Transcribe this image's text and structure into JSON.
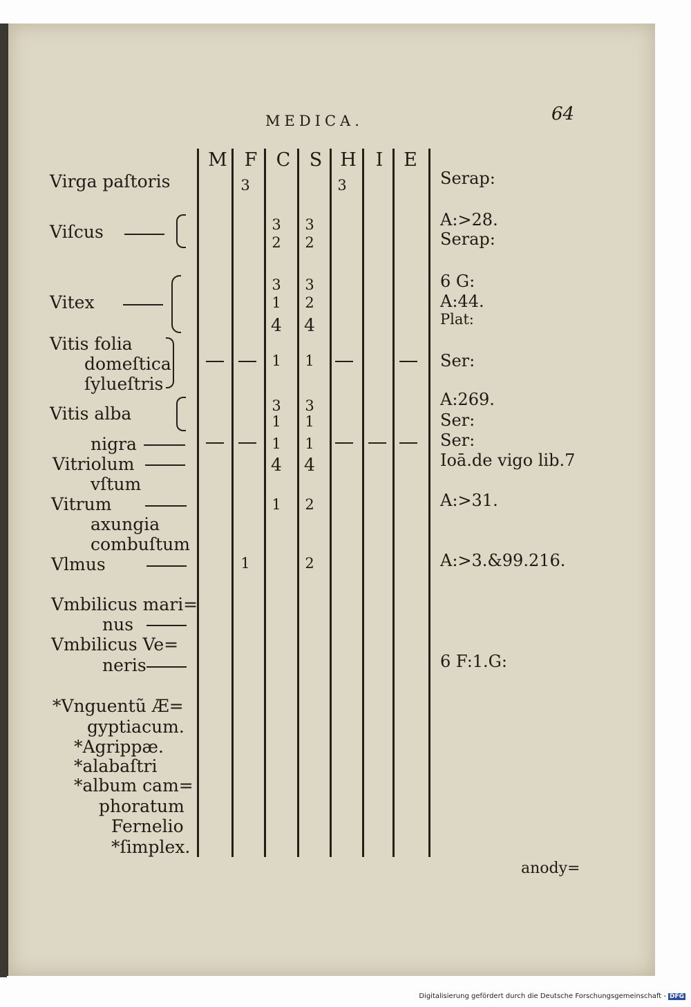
{
  "header": {
    "running_title": "MEDICA.",
    "page_number": "64"
  },
  "columns": [
    "M",
    "F",
    "C",
    "S",
    "H",
    "I",
    "E"
  ],
  "rows": [
    {
      "name": "Virga paſtoris",
      "F": "3",
      "H": "3",
      "refs": [
        "Serap:"
      ]
    },
    {
      "name": "Viſcus",
      "C": [
        "3",
        "2"
      ],
      "S": [
        "3",
        "2"
      ],
      "refs": [
        "A:>28.",
        "Serap:"
      ]
    },
    {
      "name": "Vitex",
      "C": [
        "3",
        "1",
        "4"
      ],
      "S": [
        "3",
        "2",
        "4"
      ],
      "refs": [
        "6 G:",
        "A:44.",
        "Plat:"
      ]
    },
    {
      "name": "Vitis folia",
      "sub": [
        "domeſtica",
        "ſylueſtris"
      ],
      "C": "1",
      "S": "1",
      "refs": [
        "Ser:"
      ]
    },
    {
      "name": "Vitis alba",
      "C": [
        "3",
        "1"
      ],
      "S": [
        "3",
        "1"
      ],
      "refs": [
        "A:269.",
        "Ser:"
      ]
    },
    {
      "name": "nigra",
      "C": "1",
      "S": "1",
      "refs": [
        "Ser:"
      ]
    },
    {
      "name": "Vitriolum",
      "C": "4",
      "S": "4",
      "refs": [
        "Ioā.de vigo lib.7"
      ]
    },
    {
      "name": "vſtum"
    },
    {
      "name": "Vitrum",
      "C": "1",
      "S": "2",
      "refs": [
        "A:>31."
      ]
    },
    {
      "name": "axungia"
    },
    {
      "name": "combuſtum"
    },
    {
      "name": "Vlmus",
      "F": "1",
      "S": "2",
      "refs": [
        "A:>3.&99.216."
      ]
    },
    {
      "name": "Vmbilicus mari=",
      "cont": "nus"
    },
    {
      "name": "Vmbilicus Ve=",
      "cont": "neris",
      "refs": [
        "6 F:1.G:"
      ]
    },
    {
      "name": "*Vnguentũ Æ=",
      "cont": "gyptiacum."
    },
    {
      "name": "*Agrippæ."
    },
    {
      "name": "*alabaſtri"
    },
    {
      "name": "*album cam=",
      "cont": "phoratum"
    },
    {
      "name": "Fernelio"
    },
    {
      "name": "*ſimplex."
    }
  ],
  "catchword": "anody=",
  "footer": {
    "text": "Digitalisierung gefördert durch die Deutsche Forschungsgemeinschaft -",
    "logo": "DFG"
  }
}
